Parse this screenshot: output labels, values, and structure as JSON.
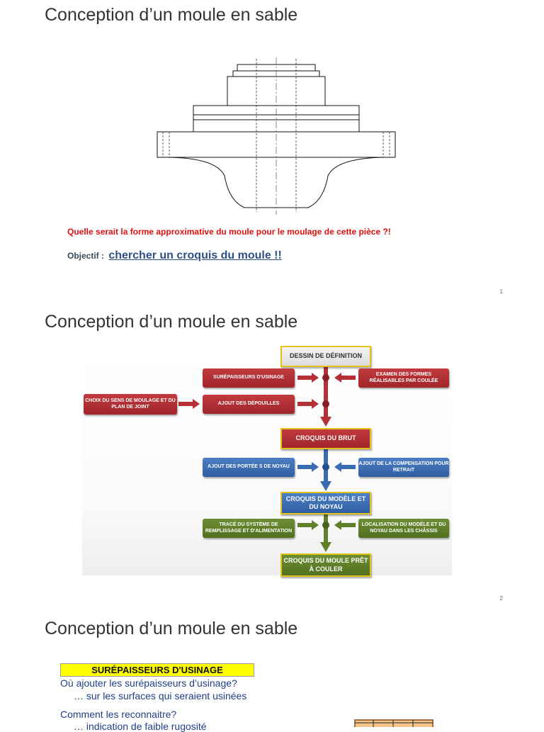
{
  "slides": [
    {
      "title": "Conception d’un moule en sable",
      "question": "Quelle serait la forme approximative du moule pour le moulage de cette pièce ?!",
      "objective_label": "Objectif :",
      "objective_text": "chercher un croquis du moule !!",
      "page": "1"
    },
    {
      "title": "Conception d’un moule en sable",
      "page": "2",
      "flow": {
        "dessin": "DESSIN DE DÉFINITION",
        "surepaisseurs": "SURÉPAISSEURS D'USINAGE",
        "examen": "EXAMEN DES FORMES RÉALISABLES PAR COULÉE",
        "choix": "CHOIX DU SENS DE MOULAGE ET DU PLAN DE JOINT",
        "depouilles": "AJOUT DES DÉPOUILLES",
        "brut": "CROQUIS DU BRUT",
        "portees": "AJOUT DES PORTÉE S DE NOYAU",
        "compensation": "AJOUT DE LA COMPENSATION POUR RETRAIT",
        "modele": "CROQUIS DU MODÈLE ET DU NOYAU",
        "remplissage": "TRACÉ DU SYSTÈME DE REMPLISSAGE ET D'ALIMENTATION",
        "localisation": "LOCALISATION DU MODÈLE ET DU NOYAU DANS LES CHÂSSIS",
        "moule": "CROQUIS DU MOULE PRÊT À COULER"
      }
    },
    {
      "title": "Conception d’un moule en sable",
      "banner": "SURÉPAISSEURS D'USINAGE",
      "q1": "Où ajouter les surépaisseurs d’usinage?",
      "a1": "… sur les surfaces qui seraient usinées",
      "q2": "Comment les reconnaitre?",
      "a2": "… indication de faible rugosité"
    }
  ]
}
